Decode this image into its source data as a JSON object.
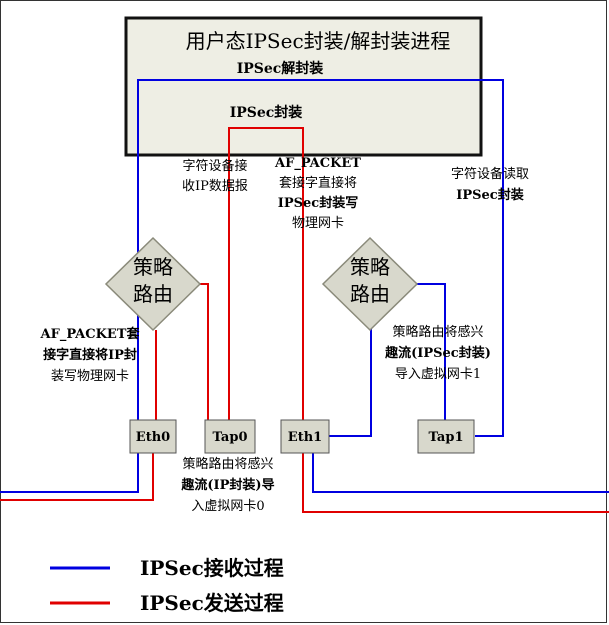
{
  "process_box": {
    "title": "用户态IPSec封装/解封装进程",
    "decap_label": "IPSec解封装",
    "encap_label": "IPSec封装"
  },
  "annotations": {
    "char_dev_receive": [
      "字符设备接",
      "收IP数据报"
    ],
    "af_packet_top": [
      "AF_PACKET",
      "套接字直接将",
      "IPSec封装写",
      "物理网卡"
    ],
    "char_dev_read": [
      "字符设备读取",
      "IPSec封装"
    ],
    "af_packet_left": [
      "AF_PACKET套",
      "接字直接将IP封",
      "装写物理网卡"
    ],
    "policy_right": [
      "策略路由将感兴",
      "趣流(IPSec封装)",
      "导入虚拟网卡1"
    ],
    "policy_bottom": [
      "策略路由将感兴",
      "趣流(IP封装)导",
      "入虚拟网卡0"
    ]
  },
  "policy_router_left": [
    "策略",
    "路由"
  ],
  "policy_router_right": [
    "策略",
    "路由"
  ],
  "interfaces": {
    "eth0": "Eth0",
    "tap0": "Tap0",
    "eth1": "Eth1",
    "tap1": "Tap1"
  },
  "legend": {
    "receive": "IPSec接收过程",
    "send": "IPSec发送过程"
  },
  "colors": {
    "receive_line": "#0000e0",
    "send_line": "#e00000",
    "process_box_fill": "#eeeee4",
    "node_fill": "#d8d8cc",
    "node_stroke": "#8a8a7a"
  }
}
